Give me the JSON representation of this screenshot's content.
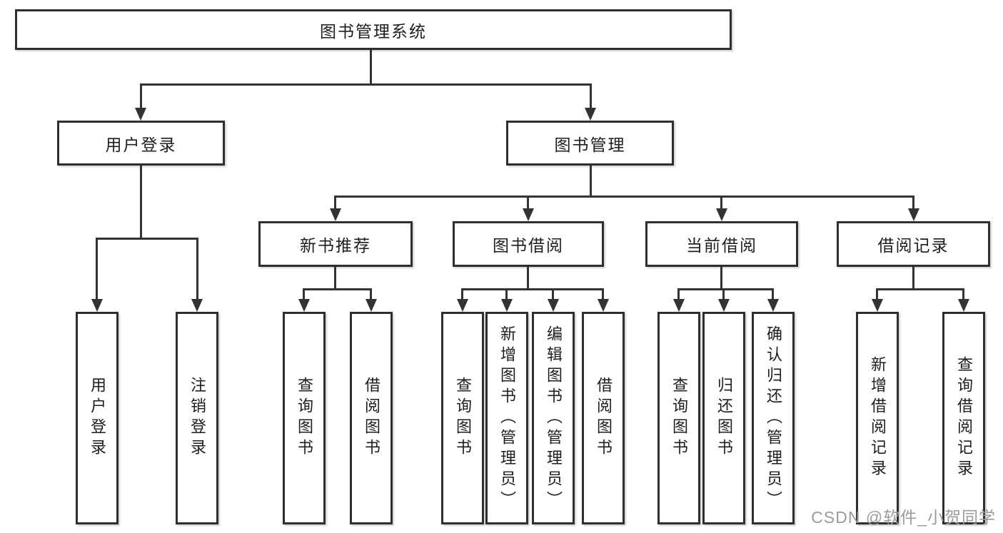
{
  "nodes": {
    "root": {
      "label": "图书管理系统"
    },
    "user_login": {
      "label": "用户登录",
      "children": [
        "用户登录",
        "注销登录"
      ]
    },
    "book_mgmt": {
      "label": "图书管理"
    },
    "modules": [
      {
        "label": "新书推荐",
        "children": [
          "查询图书",
          "借阅图书"
        ]
      },
      {
        "label": "图书借阅",
        "children": [
          "查询图书",
          "新增图书（管理员）",
          "编辑图书（管理员）",
          "借阅图书"
        ]
      },
      {
        "label": "当前借阅",
        "children": [
          "查询图书",
          "归还图书",
          "确认归还（管理员）"
        ]
      },
      {
        "label": "借阅记录",
        "children": [
          "新增借阅记录",
          "查询借阅记录"
        ]
      }
    ]
  },
  "watermark": {
    "text": "CSDN @软件_小贺同学"
  },
  "colors": {
    "background": "#ffffff",
    "box_border": "#2f2f2f",
    "connector_line": "#333333",
    "text": "#1e1e1e",
    "watermark_text": "#9b9b9b"
  }
}
